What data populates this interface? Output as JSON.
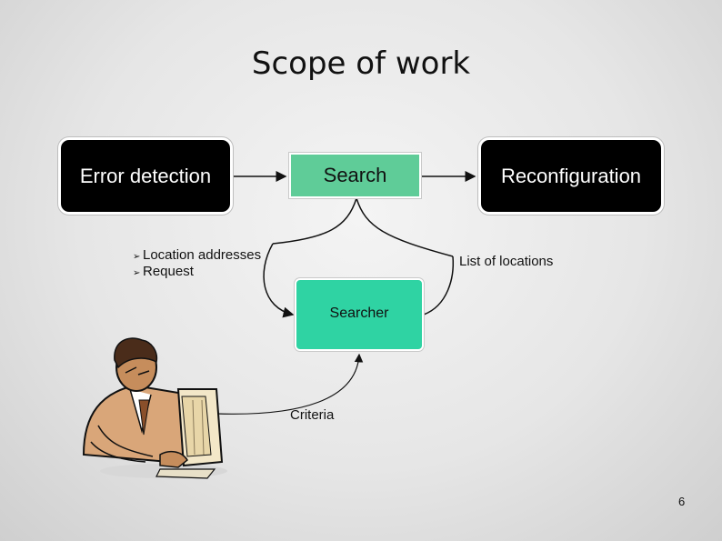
{
  "slide": {
    "title": "Scope of work",
    "page_number": "6"
  },
  "boxes": {
    "error_detection": "Error detection",
    "search": "Search",
    "reconfiguration": "Reconfiguration",
    "searcher": "Searcher"
  },
  "labels": {
    "inputs": [
      "Location addresses",
      "Request"
    ],
    "bullet_glyph": "➢",
    "output": "List of locations",
    "criteria": "Criteria"
  },
  "colors": {
    "dark_box": "#000000",
    "search_box": "#5fcc98",
    "searcher_box": "#2fd3a3"
  },
  "icons": {
    "person": "person-at-computer-clipart"
  }
}
